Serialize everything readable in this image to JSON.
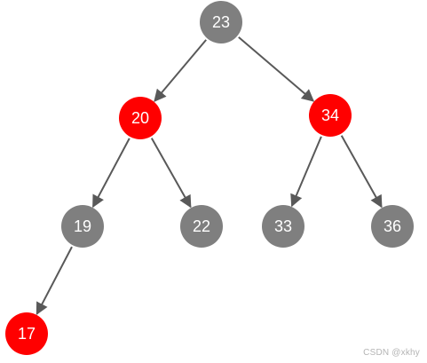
{
  "tree": {
    "nodes": [
      {
        "id": "n23",
        "label": "23",
        "color": "red-black:black"
      },
      {
        "id": "n20",
        "label": "20",
        "color": "red-black:red"
      },
      {
        "id": "n34",
        "label": "34",
        "color": "red-black:red"
      },
      {
        "id": "n19",
        "label": "19",
        "color": "red-black:black"
      },
      {
        "id": "n22",
        "label": "22",
        "color": "red-black:black"
      },
      {
        "id": "n33",
        "label": "33",
        "color": "red-black:black"
      },
      {
        "id": "n36",
        "label": "36",
        "color": "red-black:black"
      },
      {
        "id": "n17",
        "label": "17",
        "color": "red-black:red"
      }
    ],
    "edges": [
      {
        "from": "n23",
        "to": "n20"
      },
      {
        "from": "n23",
        "to": "n34"
      },
      {
        "from": "n20",
        "to": "n19"
      },
      {
        "from": "n20",
        "to": "n22"
      },
      {
        "from": "n34",
        "to": "n33"
      },
      {
        "from": "n34",
        "to": "n36"
      },
      {
        "from": "n19",
        "to": "n17"
      }
    ]
  },
  "colors": {
    "black_node": "#7f7f7f",
    "red_node": "#ff0000",
    "edge": "#595959",
    "label": "#ffffff"
  },
  "watermark": "CSDN @xkhy"
}
